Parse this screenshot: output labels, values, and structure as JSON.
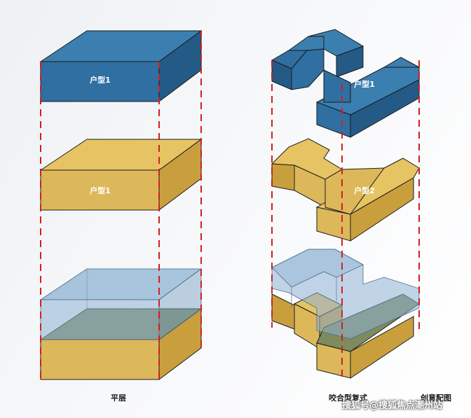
{
  "colors": {
    "blue_top": "#3b7fb0",
    "blue_front": "#2f6fa2",
    "blue_side": "#245a86",
    "yellow_top": "#e6c463",
    "yellow_front": "#dcb85a",
    "yellow_side": "#c99f3e",
    "glass": "#8fb3d3",
    "olive": "#7e8b5e",
    "dash_red": "#d21f1f",
    "edge": "#1b1b1b"
  },
  "left_column": {
    "top_block_label": "户型1",
    "middle_block_label": "户型1",
    "caption": "平层"
  },
  "right_column": {
    "top_block_label": "户型1",
    "middle_block_label": "户型2",
    "caption": "咬合型复式"
  },
  "corner_caption": "创意配图",
  "watermark": "搜狐号@搜狐焦点潮州站"
}
